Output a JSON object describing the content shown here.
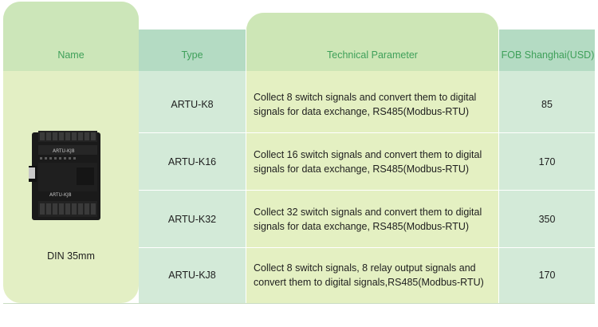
{
  "table": {
    "headers": {
      "name": "Name",
      "type": "Type",
      "tech": "Technical Parameter",
      "fob": "FOB Shanghai(USD)"
    },
    "name_cell": "DIN 35mm",
    "rows": [
      {
        "type": "ARTU-K8",
        "tech": "Collect 8 switch signals and convert them to digital signals for data exchange, RS485(Modbus-RTU)",
        "price": "85"
      },
      {
        "type": "ARTU-K16",
        "tech": "Collect 16 switch signals and convert them to digital signals for data exchange, RS485(Modbus-RTU)",
        "price": "170"
      },
      {
        "type": "ARTU-K32",
        "tech": "Collect 32 switch signals and convert them to digital signals for data exchange, RS485(Modbus-RTU)",
        "price": "350"
      },
      {
        "type": "ARTU-KJ8",
        "tech": "Collect 8 switch signals, 8 relay output signals and convert them to digital signals,RS485(Modbus-RTU)",
        "price": "170"
      }
    ]
  },
  "device": {
    "label_top": "ARTU-KJ8",
    "label_bottom": "ARTU-KJ8"
  },
  "colors": {
    "header_text": "#3fa05a",
    "panel_green": "#e3efc4",
    "panel_teal": "#d3ead8"
  }
}
